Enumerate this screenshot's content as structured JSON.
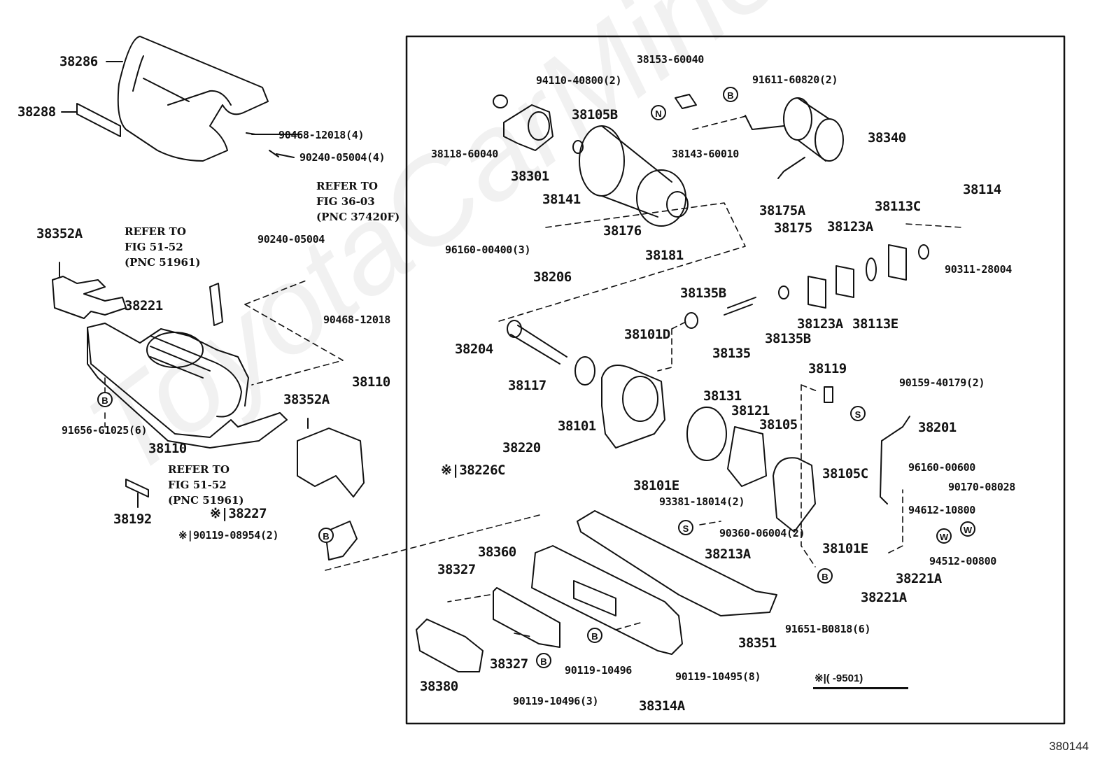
{
  "diagram": {
    "figure_number": "380144",
    "watermark": "ToyotaCarMine.ru",
    "footnote": "※|(     -9501)",
    "labels": {
      "p38286": "38286",
      "p38288": "38288",
      "p90468_4": "90468-12018(4)",
      "p90240_4": "90240-05004(4)",
      "ref3603": "REFER TO\nFIG 36-03\n(PNC 37420F)",
      "p38352A_top": "38352A",
      "ref5152_top": "REFER TO\nFIG 51-52\n(PNC 51961)",
      "p90240": "90240-05004",
      "p38221": "38221",
      "p90468": "90468-12018",
      "p91656": "91656-G1025(6)",
      "p38110_left": "38110",
      "p38352A_mid": "38352A",
      "ref5152_bot": "REFER TO\nFIG 51-52\n(PNC 51961)",
      "p38192": "38192",
      "p138227": "※|38227",
      "p90119_08954": "※|90119-08954(2)",
      "p38110_right": "38110",
      "p38153": "38153-60040",
      "p94110": "94110-40800(2)",
      "p91611": "91611-60820(2)",
      "p38105B": "38105B",
      "p38118": "38118-60040",
      "p38301": "38301",
      "p38143": "38143-60010",
      "p38340": "38340",
      "p38141": "38141",
      "p38175A": "38175A",
      "p38175": "38175",
      "p38114": "38114",
      "p38113C": "38113C",
      "p38123A_top": "38123A",
      "p96160_00400": "96160-00400(3)",
      "p38176": "38176",
      "p38181": "38181",
      "p38206": "38206",
      "p90311": "90311-28004",
      "p38135B_top": "38135B",
      "p38135": "38135",
      "p38135B_bot": "38135B",
      "p38123A_bot": "38123A",
      "p38113E": "38113E",
      "p38204": "38204",
      "p38101D": "38101D",
      "p38117": "38117",
      "p38119": "38119",
      "p90159": "90159-40179(2)",
      "p38131": "38131",
      "p38121": "38121",
      "p38105": "38105",
      "p38201": "38201",
      "p38101": "38101",
      "p38220": "38220",
      "p138226C": "※|38226C",
      "p38101E_left": "38101E",
      "p96160_00600": "96160-00600",
      "p38105C": "38105C",
      "p90170": "90170-08028",
      "p93381": "93381-18014(2)",
      "p94612": "94612-10800",
      "p90360": "90360-06004(2)",
      "p38101E_right": "38101E",
      "p94512": "94512-00800",
      "p38213A": "38213A",
      "p38221A_a": "38221A",
      "p38221A_b": "38221A",
      "p38360": "38360",
      "p38327_top": "38327",
      "p38351": "38351",
      "p91651": "91651-B0818(6)",
      "p38327_bot": "38327",
      "p90119_10496": "90119-10496",
      "p90119_10495": "90119-10495(8)",
      "p38380": "38380",
      "p90119_10496_3": "90119-10496(3)",
      "p38314A": "38314A"
    },
    "symbols": {
      "B": "B",
      "N": "N",
      "S": "S",
      "W": "W"
    }
  }
}
